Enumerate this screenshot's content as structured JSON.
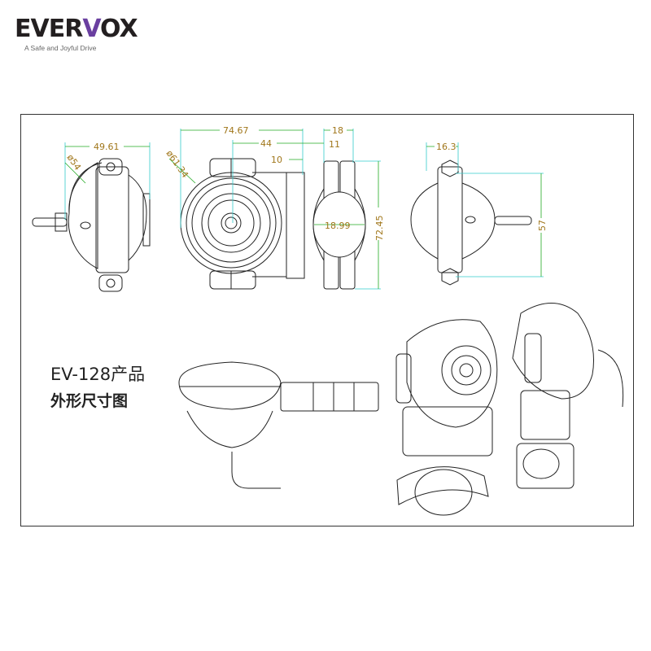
{
  "logo": {
    "brand_prefix": "EVER",
    "brand_v": "V",
    "brand_suffix": "OX",
    "tagline": "A Safe and Joyful Drive"
  },
  "title": {
    "line1": "EV-128产品",
    "line2": "外形尺寸图"
  },
  "dimensions": {
    "width_side": "49.61",
    "dia_54": "ø54",
    "total_length": "74.67",
    "dia_61": "ø61.34",
    "offset_44": "44",
    "offset_10": "10",
    "clamp_18": "18",
    "clamp_11": "11",
    "inner_dia": "18.99",
    "height_clamp": "72.45",
    "bolt_16": "16.3",
    "height_57": "57"
  },
  "colors": {
    "dim_text": "#a0761a",
    "dim_line": "#22aa22",
    "ext_line": "#33cccc"
  }
}
